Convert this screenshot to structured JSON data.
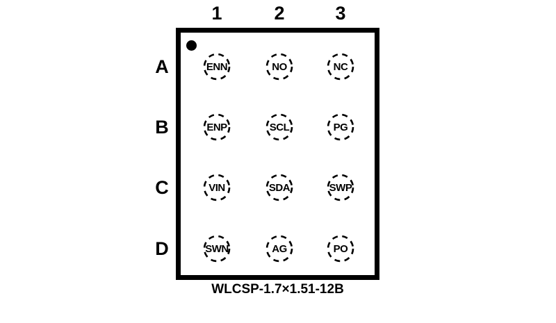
{
  "package_diagram": {
    "caption": "WLCSP-1.7×1.51-12B",
    "column_headers": [
      "1",
      "2",
      "3"
    ],
    "rows": [
      {
        "label": "A",
        "pins": [
          {
            "id": "A1",
            "name": "ENN"
          },
          {
            "id": "A2",
            "name": "NO"
          },
          {
            "id": "A3",
            "name": "NC"
          }
        ]
      },
      {
        "label": "B",
        "pins": [
          {
            "id": "B1",
            "name": "ENP"
          },
          {
            "id": "B2",
            "name": "SCL"
          },
          {
            "id": "B3",
            "name": "PG"
          }
        ]
      },
      {
        "label": "C",
        "pins": [
          {
            "id": "C1",
            "name": "VIN"
          },
          {
            "id": "C2",
            "name": "SDA"
          },
          {
            "id": "C3",
            "name": "SWP"
          }
        ]
      },
      {
        "label": "D",
        "pins": [
          {
            "id": "D1",
            "name": "SWN"
          },
          {
            "id": "D2",
            "name": "AG"
          },
          {
            "id": "D3",
            "name": "PO"
          }
        ]
      }
    ],
    "icons": {
      "pin1_marker": "pin1-indicator-dot"
    },
    "colors": {
      "outline": "#000000",
      "text": "#000000",
      "background": "#ffffff"
    }
  }
}
